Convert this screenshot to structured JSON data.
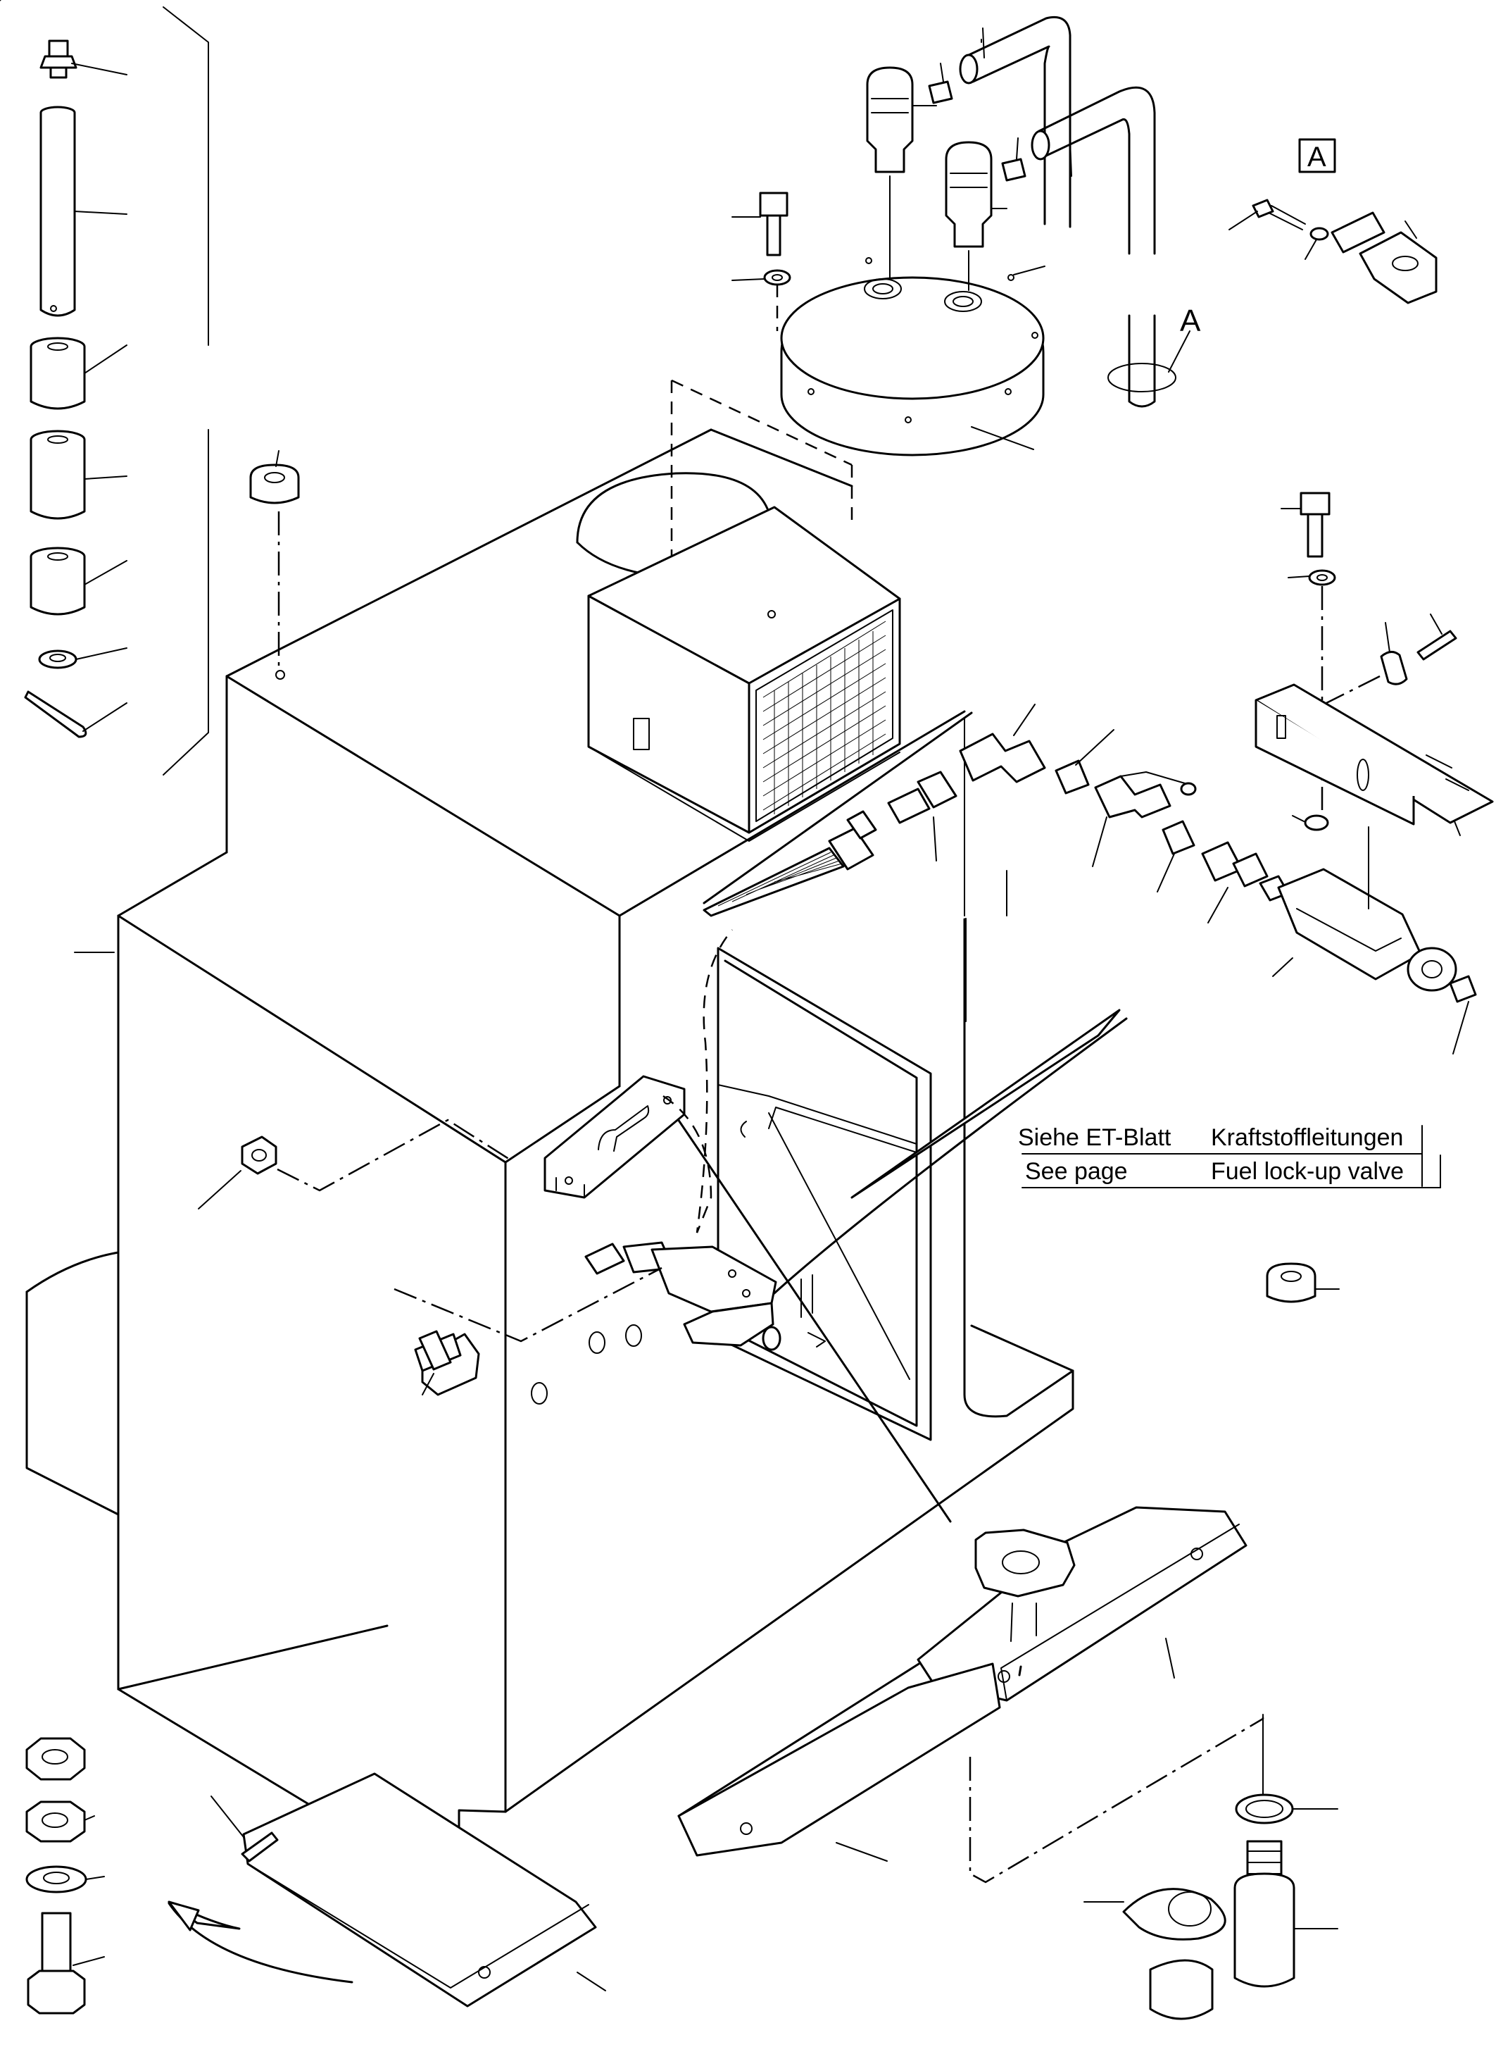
{
  "labels": {
    "detail_box": "A",
    "detail_ref": "A"
  },
  "reference_table": {
    "row1_left": "Siehe ET-Blatt",
    "row1_right": "Kraftstoffleitungen",
    "row2_left": "See page",
    "row2_right": "Fuel lock-up valve"
  }
}
